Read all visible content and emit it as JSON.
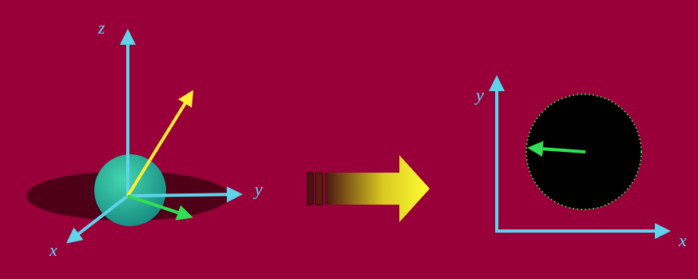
{
  "diagram": {
    "labels": [
      "z",
      "y",
      "x",
      "y",
      "x"
    ]
  }
}
